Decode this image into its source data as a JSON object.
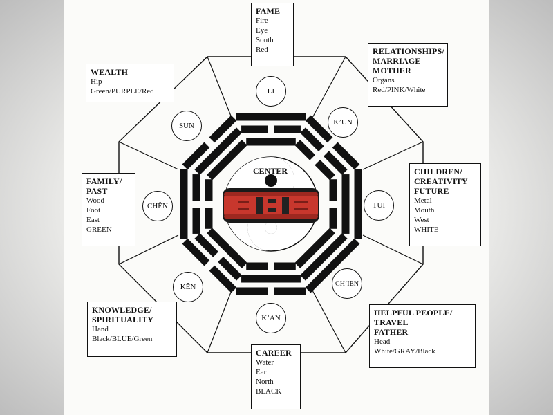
{
  "areas": {
    "fame": {
      "title": "FAME",
      "lines": [
        "Fire",
        "Eye",
        "South",
        "Red"
      ]
    },
    "relationships": {
      "title_lines": [
        "RELATIONSHIPS/",
        "MARRIAGE",
        "MOTHER"
      ],
      "lines": [
        "Organs",
        "Red/PINK/White"
      ]
    },
    "wealth": {
      "title": "WEALTH",
      "lines": [
        "Hip",
        "Green/PURPLE/Red"
      ]
    },
    "family": {
      "title_lines": [
        "FAMILY/",
        "PAST"
      ],
      "lines": [
        "Wood",
        "Foot",
        "East",
        "GREEN"
      ]
    },
    "children": {
      "title_lines": [
        "CHILDREN/",
        "CREATIVITY",
        "FUTURE"
      ],
      "lines": [
        "Metal",
        "Mouth",
        "West",
        "WHITE"
      ]
    },
    "knowledge": {
      "title_lines": [
        "KNOWLEDGE/",
        "SPIRITUALITY"
      ],
      "lines": [
        "Hand",
        "Black/BLUE/Green"
      ]
    },
    "helpful": {
      "title_lines": [
        "HELPFUL PEOPLE/",
        "TRAVEL",
        "FATHER"
      ],
      "lines": [
        "Head",
        "White/GRAY/Black"
      ]
    },
    "career": {
      "title": "CAREER",
      "lines": [
        "Water",
        "Ear",
        "North",
        "BLACK"
      ]
    }
  },
  "trigrams": {
    "li": "LI",
    "kun": "K’UN",
    "tui": "TUI",
    "chien": "CH’IEN",
    "kan": "K’AN",
    "ken": "KÊN",
    "chen": "CHÊN",
    "sun": "SUN"
  },
  "center": {
    "label": "CENTER"
  },
  "colors": {
    "ink": "#111111",
    "ring": "#c8372d",
    "paper": "#fbfbf9"
  }
}
